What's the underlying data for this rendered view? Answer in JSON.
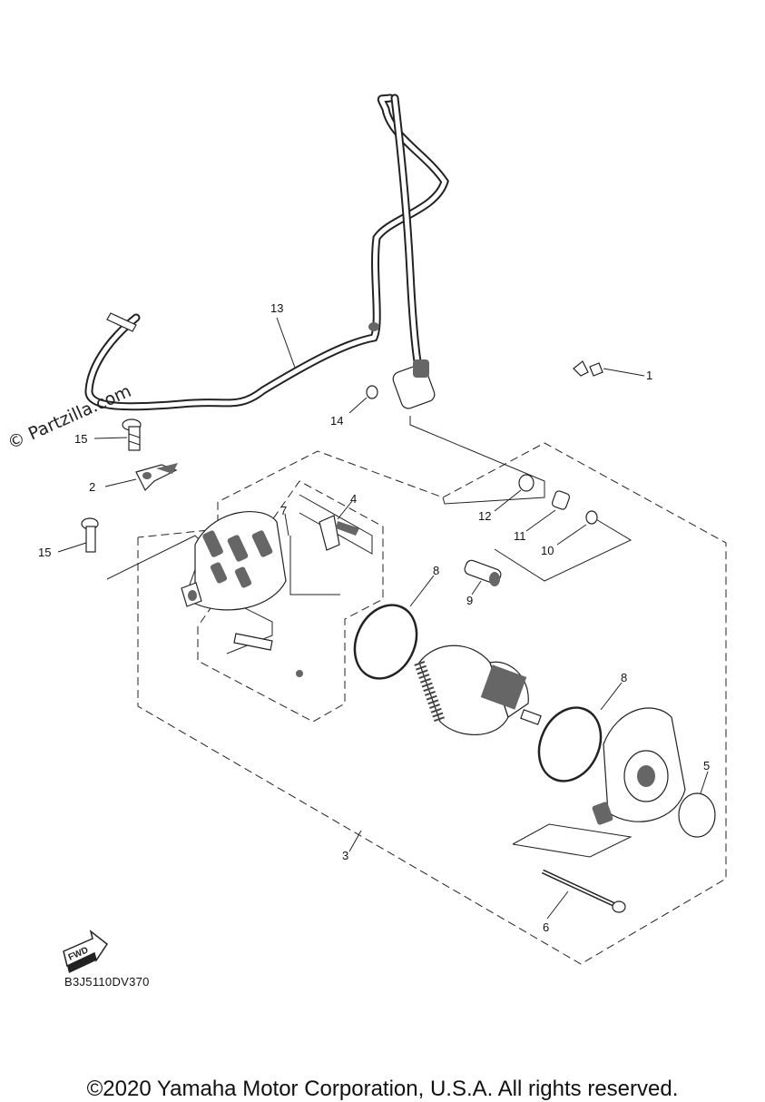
{
  "watermark": "© Partzilla.com",
  "callouts": [
    {
      "num": "1"
    },
    {
      "num": "2"
    },
    {
      "num": "3"
    },
    {
      "num": "4"
    },
    {
      "num": "5"
    },
    {
      "num": "6"
    },
    {
      "num": "7"
    },
    {
      "num": "8"
    },
    {
      "num": "8"
    },
    {
      "num": "9"
    },
    {
      "num": "10"
    },
    {
      "num": "11"
    },
    {
      "num": "12"
    },
    {
      "num": "13"
    },
    {
      "num": "14"
    },
    {
      "num": "15"
    },
    {
      "num": "15"
    }
  ],
  "fwd_label": "FWD",
  "diagram_code": "B3J5110DV370",
  "copyright": "©2020 Yamaha Motor Corporation, U.S.A. All rights reserved."
}
